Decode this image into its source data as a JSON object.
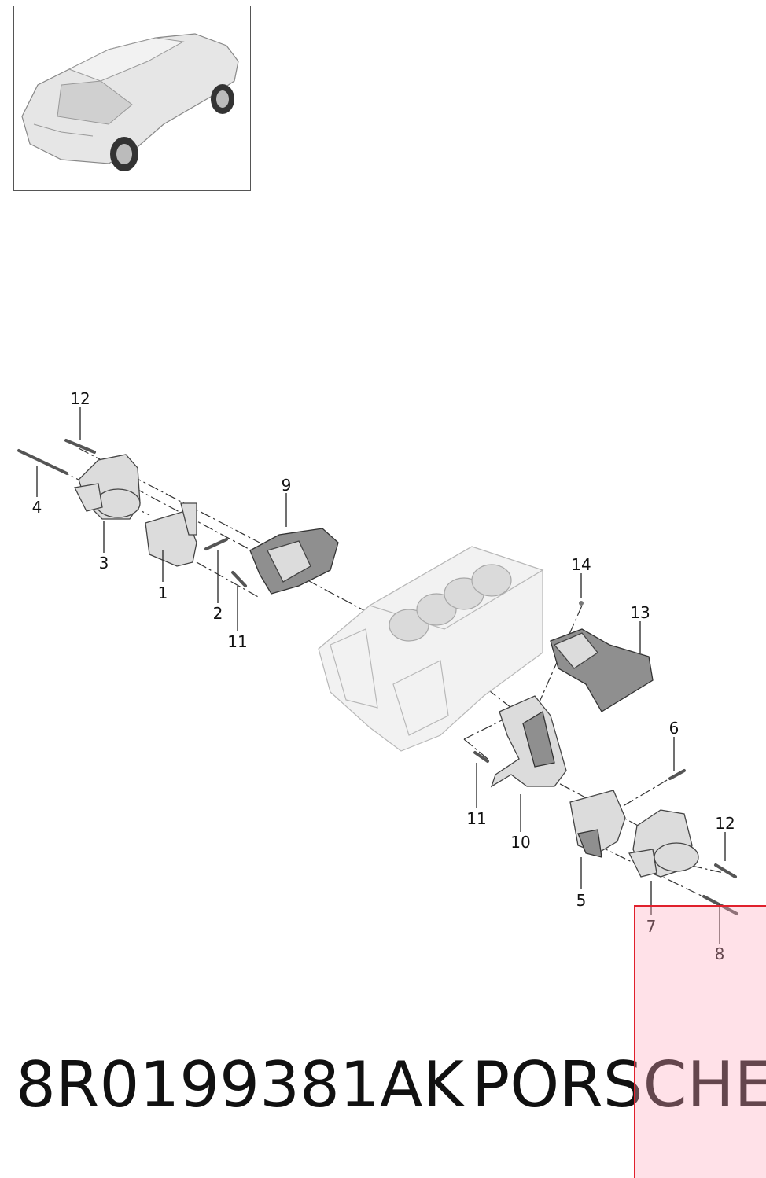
{
  "thumbnail": {
    "icon": "car-suv-rear-view-icon"
  },
  "callouts": [
    {
      "id": "12a",
      "label": "12"
    },
    {
      "id": "4",
      "label": "4"
    },
    {
      "id": "3",
      "label": "3"
    },
    {
      "id": "1",
      "label": "1"
    },
    {
      "id": "9",
      "label": "9"
    },
    {
      "id": "2",
      "label": "2"
    },
    {
      "id": "11a",
      "label": "11"
    },
    {
      "id": "14",
      "label": "14"
    },
    {
      "id": "13",
      "label": "13"
    },
    {
      "id": "6",
      "label": "6"
    },
    {
      "id": "11b",
      "label": "11"
    },
    {
      "id": "10",
      "label": "10"
    },
    {
      "id": "12b",
      "label": "12"
    },
    {
      "id": "5",
      "label": "5"
    },
    {
      "id": "7",
      "label": "7"
    },
    {
      "id": "8",
      "label": "8"
    }
  ],
  "footer": {
    "part_number": "8R0199381AK",
    "brand": "PORSCHE"
  },
  "colors": {
    "highlight_fill": "#ffd6de",
    "highlight_border": "#e0202c"
  }
}
